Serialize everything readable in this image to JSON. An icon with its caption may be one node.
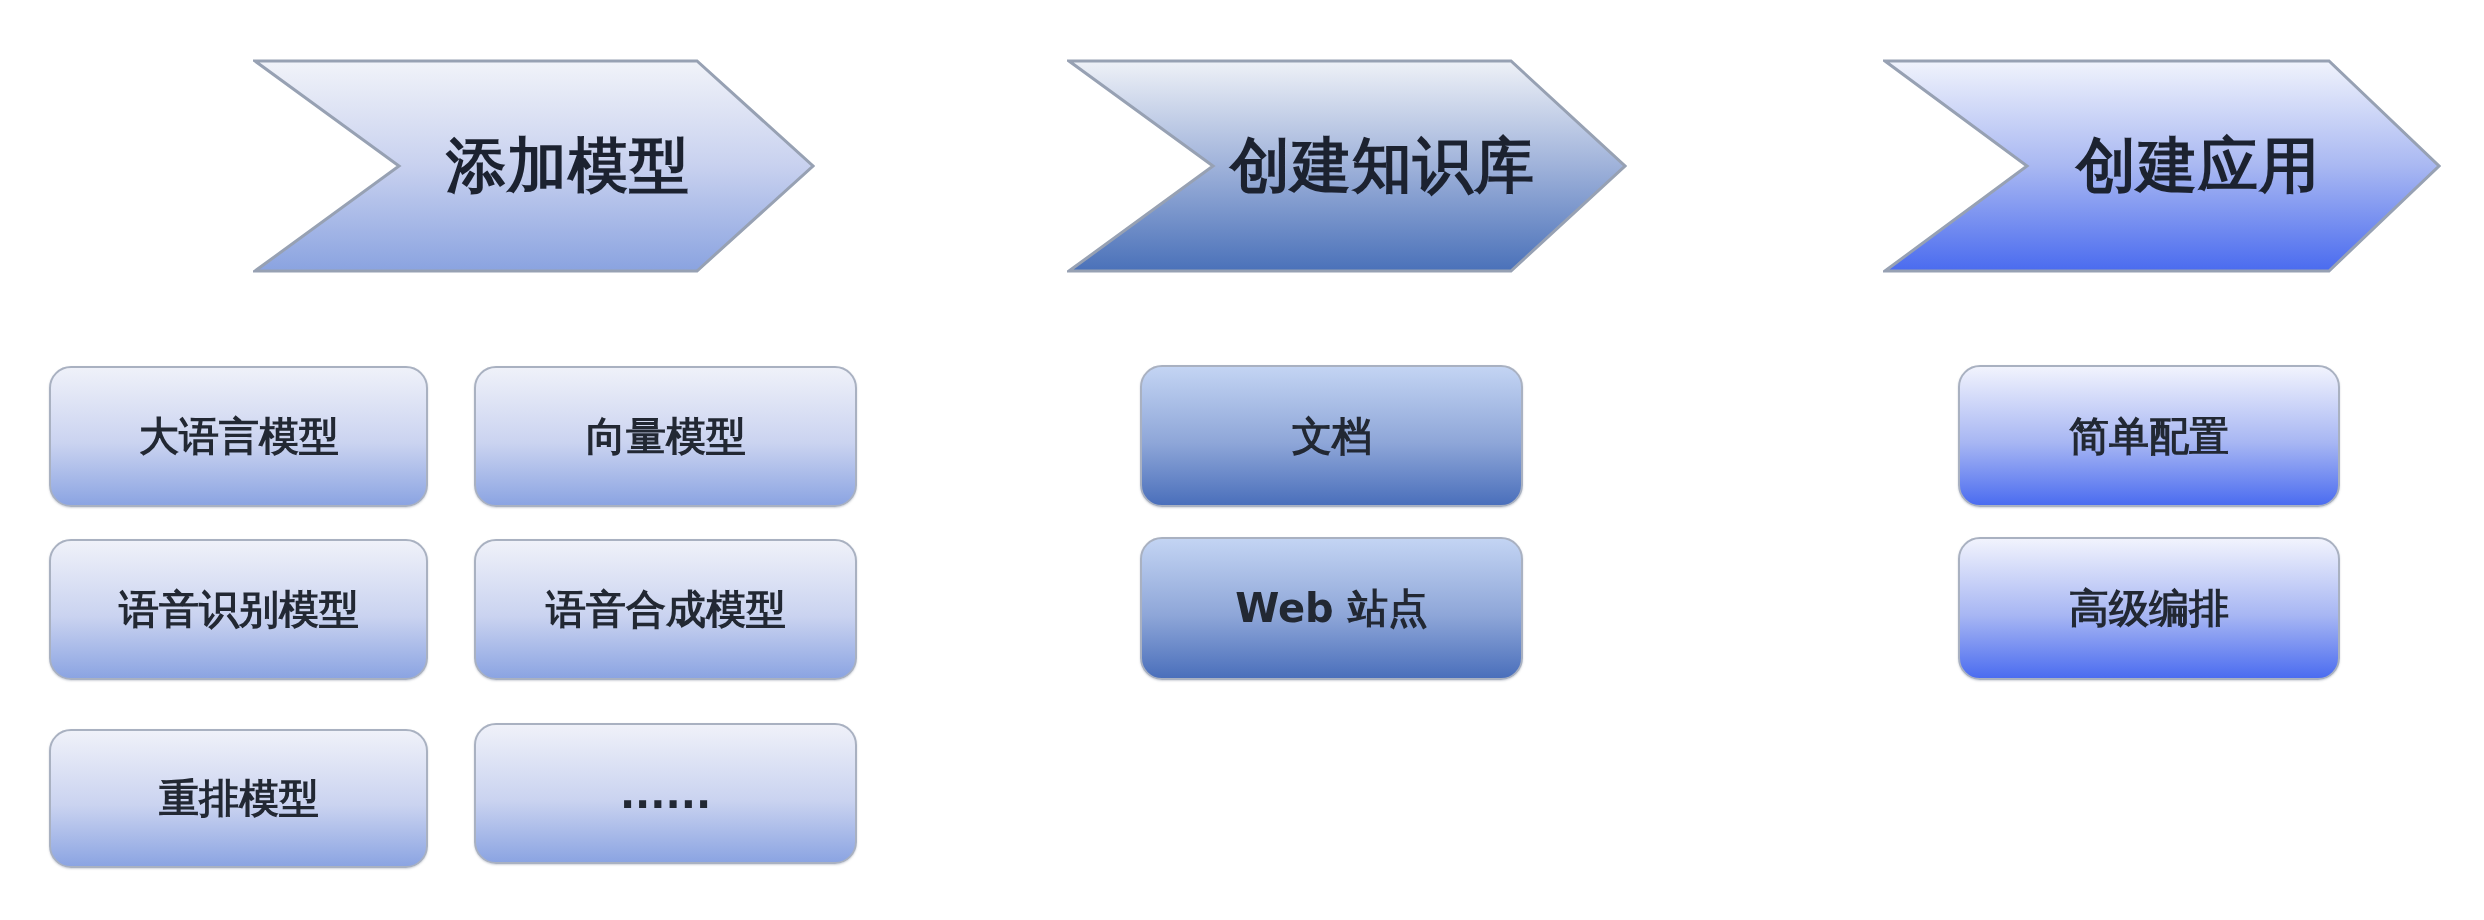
{
  "diagram": {
    "nodes": [
      {
        "text": [
          "添加模型"
        ]
      },
      {
        "text": [
          "创建知识库"
        ]
      },
      {
        "text": [
          "创建应用"
        ]
      },
      {
        "text": [
          "大语言模型"
        ]
      },
      {
        "text": [
          "向量模型"
        ]
      },
      {
        "text": [
          "语音识别模型"
        ]
      },
      {
        "text": [
          "语音合成模型"
        ]
      },
      {
        "text": [
          "重排模型"
        ]
      },
      {
        "text": [
          "......"
        ]
      },
      {
        "text": [
          "文档"
        ]
      },
      {
        "text": [
          "Web 站点"
        ]
      },
      {
        "text": [
          "简单配置"
        ]
      },
      {
        "text": [
          "高级编排"
        ]
      }
    ]
  }
}
